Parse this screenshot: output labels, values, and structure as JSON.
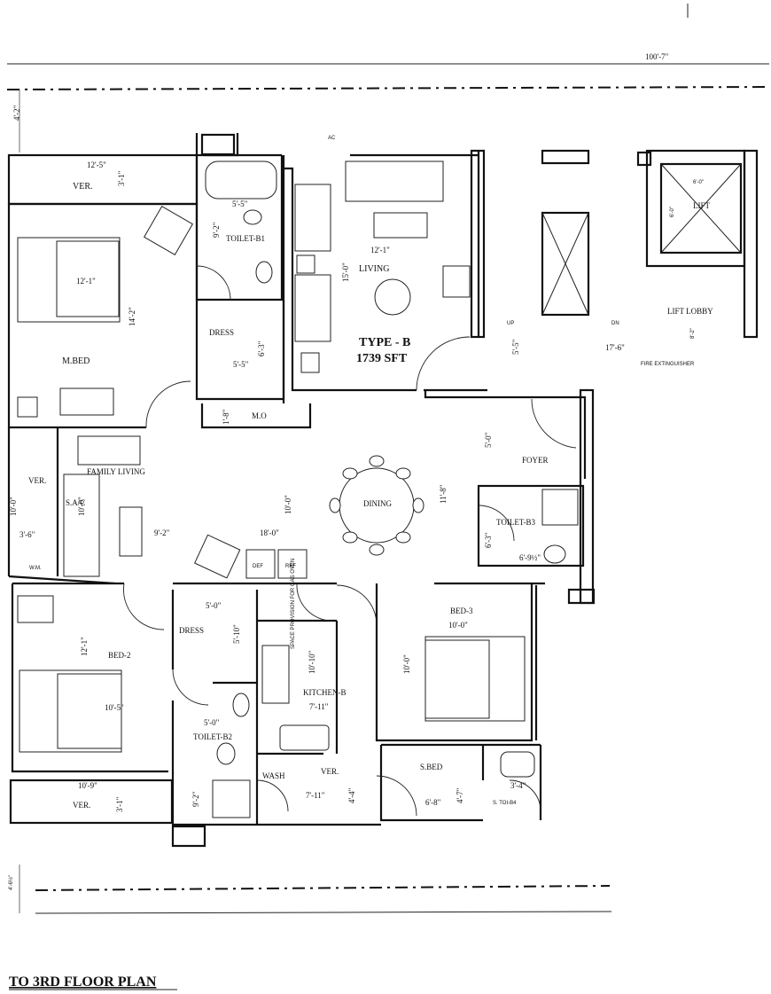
{
  "plan": {
    "title": "TO 3RD FLOOR PLAN",
    "type_label": "TYPE - B",
    "area_label": "1739 SFT",
    "overall_width": "100'-7\"",
    "rooms": {
      "ver_top": "VER.",
      "toilet_b1": "TOILET-B1",
      "living": "LIVING",
      "dress_top": "DRESS",
      "mbed": "M.BED",
      "mo": "M.O",
      "family_living": "FAMILY LIVING",
      "ver_left": "VER.",
      "sac": "S.A/C",
      "wm": "W.M.",
      "dining": "DINING",
      "def": "DEF",
      "ref": "REF",
      "foyer": "FOYER",
      "toilet_b3": "TOILET-B3",
      "bed2": "BED-2",
      "dress_bottom": "DRESS",
      "kitchen": "KITCHEN-B",
      "gas_oven": "SPACE PROVISION FOR GAS OVEN",
      "bed3": "BED-3",
      "toilet_b2": "TOILET-B2",
      "wash": "WASH",
      "ver_kitchen": "VER.",
      "sbed": "S.BED",
      "s_toi_b4": "S. TOI-B4",
      "ver_bottom": "VER.",
      "ac": "AC",
      "up": "UP",
      "dn": "DN",
      "lift": "LIFT",
      "lift_lobby": "LIFT LOBBY",
      "fire_ext": "FIRE EXTINGUISHER"
    },
    "dimensions": {
      "d_4_2_top": "4'-2\"",
      "d_12_5": "12'-5\"",
      "d_3_1_top": "3'-1\"",
      "d_5_5_t": "5'-5\"",
      "d_9_2_t": "9'-2\"",
      "d_12_1_living": "12'-1\"",
      "d_15_0": "15'-0\"",
      "d_12_1_mbed": "12'-1\"",
      "d_14_2": "14'-2\"",
      "d_6_3_dress": "6'-3\"",
      "d_5_5_dress": "5'-5\"",
      "d_1_8": "1'-8\"",
      "d_6_0_lift": "6'-0\"",
      "d_6_0_lift_v": "6'-0\"",
      "d_17_6": "17'-6\"",
      "d_8_2": "8'-2\"",
      "d_5_5_stair": "5'-5\"",
      "d_5_0_foyer": "5'-0\"",
      "d_11_8": "11'-8\"",
      "d_10_0_ver": "10'-0\"",
      "d_3_6": "3'-6\"",
      "d_10_0_fam": "10'-0\"",
      "d_9_2_fam": "9'-2\"",
      "d_18_0": "18'-0\"",
      "d_10_0_din": "10'-0\"",
      "d_6_3_t3": "6'-3\"",
      "d_6_9": "6'-9½\"",
      "d_12_1_bed2": "12'-1\"",
      "d_10_5": "10'-5\"",
      "d_5_0_dress": "5'-0\"",
      "d_5_10": "5'-10\"",
      "d_10_10": "10'-10\"",
      "d_7_11_k": "7'-11\"",
      "d_10_0_bed3": "10'-0\"",
      "d_10_0_bed3v": "10'-0\"",
      "d_5_0_t2": "5'-0\"",
      "d_9_2_t2": "9'-2\"",
      "d_10_9": "10'-9\"",
      "d_3_1_bottom": "3'-1\"",
      "d_7_11_ver": "7'-11\"",
      "d_4_4": "4'-4\"",
      "d_6_8": "6'-8\"",
      "d_4_7": "4'-7\"",
      "d_3_4": "3'-4\"",
      "d_4_6": "4'-6½\""
    }
  }
}
